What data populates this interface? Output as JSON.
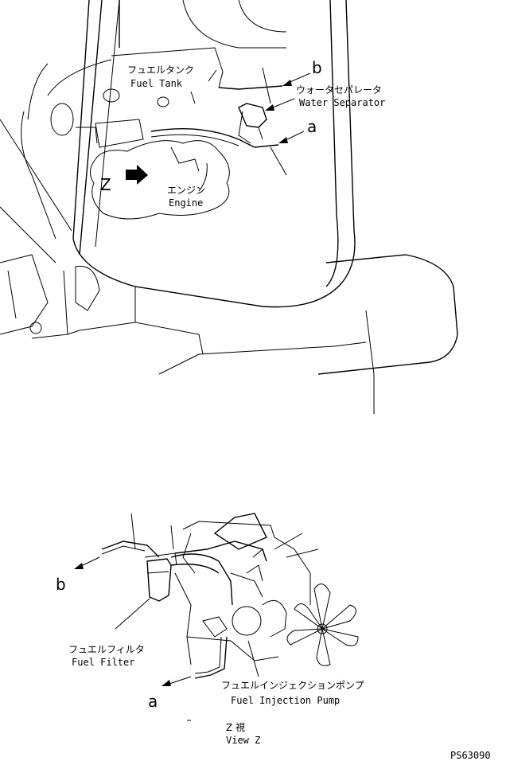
{
  "top_view": {
    "fuel_tank_jp": "フュエルタンク",
    "fuel_tank_en": "Fuel Tank",
    "water_separator_jp": "ウォータセパレータ",
    "water_separator_en": "Water Separator",
    "engine_jp": "エンジン",
    "engine_en": "Engine",
    "view_marker": "Z",
    "callout_a": "a",
    "callout_b": "b"
  },
  "bottom_view": {
    "fuel_filter_jp": "フュエルフィルタ",
    "fuel_filter_en": "Fuel Filter",
    "injection_pump_jp": "フュエルインジェクションポンプ",
    "injection_pump_en": "Fuel Injection Pump",
    "callout_a": "a",
    "callout_b": "b",
    "view_title_jp": "Z 視",
    "view_title_en": "View Z"
  },
  "drawing_code": "PS63090"
}
